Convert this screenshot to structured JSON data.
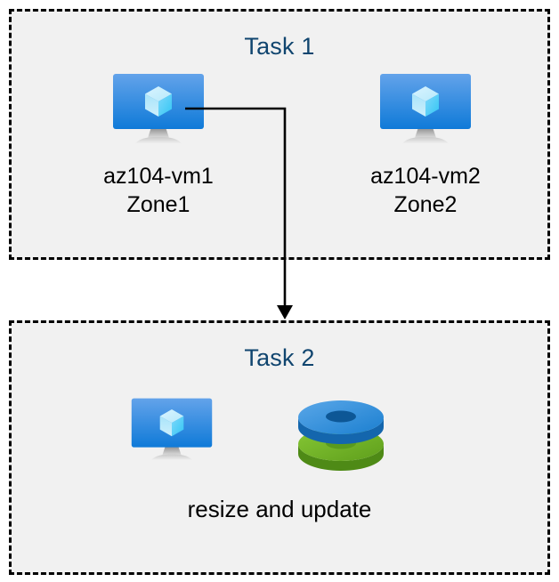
{
  "diagram": {
    "title_color": "#10456f",
    "panel_fill": "#f1f1f1",
    "border_color": "#000000",
    "text_color": "#000000",
    "connector_color": "#000000",
    "vm_icon_blue_top": "#5ea0e8",
    "vm_icon_blue_bottom": "#0f7ad8",
    "disk_blue": "#2a8bd8",
    "disk_green": "#72b62a"
  },
  "task1": {
    "title": "Task 1",
    "nodes": [
      {
        "icon": "azure-virtual-machine-icon",
        "label": "az104-vm1\nZone1",
        "name": "az104-vm1",
        "zone": "Zone1"
      },
      {
        "icon": "azure-virtual-machine-icon",
        "label": "az104-vm2\nZone2",
        "name": "az104-vm2",
        "zone": "Zone2"
      }
    ]
  },
  "task2": {
    "title": "Task 2",
    "nodes": [
      {
        "icon": "azure-virtual-machine-icon",
        "label": ""
      },
      {
        "icon": "azure-managed-disks-icon",
        "label": ""
      }
    ],
    "caption": "resize and update"
  },
  "connector": {
    "from": "az104-vm1",
    "to": "Task 2",
    "style": "elbow-arrow",
    "arrowhead": "down"
  }
}
